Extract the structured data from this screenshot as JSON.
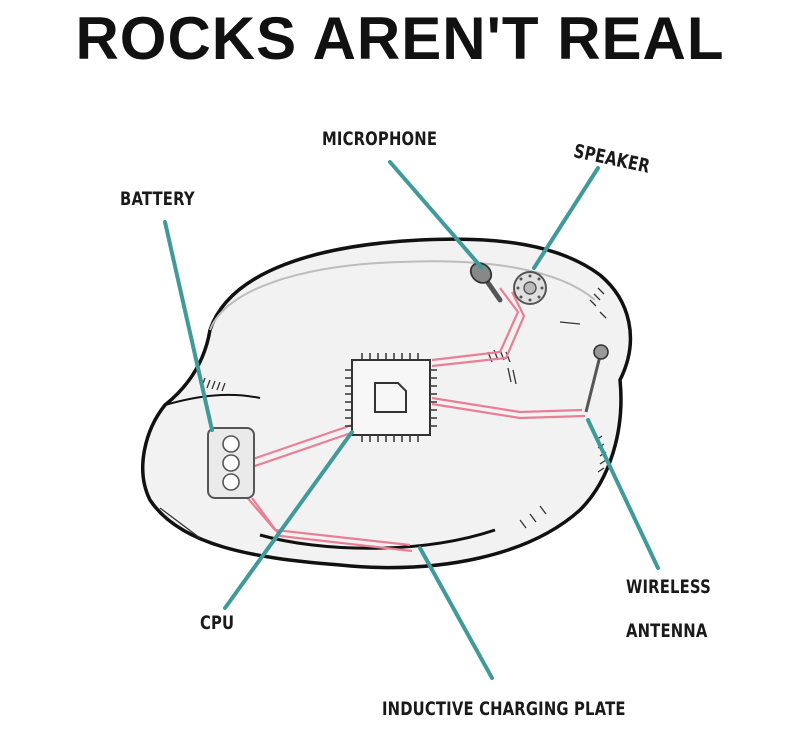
{
  "title": "ROCKS AREN'T REAL",
  "labels": {
    "battery": "BATTERY",
    "microphone": "MICROPHONE",
    "speaker": "SPEAKER",
    "cpu": "CPU",
    "wireless_line1": "WIRELESS",
    "wireless_line2": "ANTENNA",
    "charging_plate": "INDUCTIVE CHARGING PLATE"
  },
  "colors": {
    "leader_line": "#3f9a99",
    "wire": "#e87f95",
    "outline": "#111111"
  }
}
